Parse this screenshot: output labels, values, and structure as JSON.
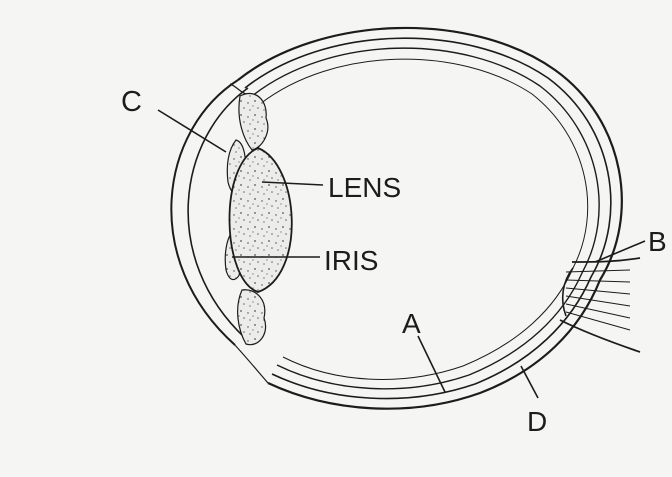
{
  "labels": {
    "c": "C",
    "lens": "LENS",
    "iris": "IRIS",
    "b": "B",
    "a": "A",
    "d": "D"
  },
  "colors": {
    "ink": "#1c1c1c",
    "paper": "#f5f5f3"
  }
}
